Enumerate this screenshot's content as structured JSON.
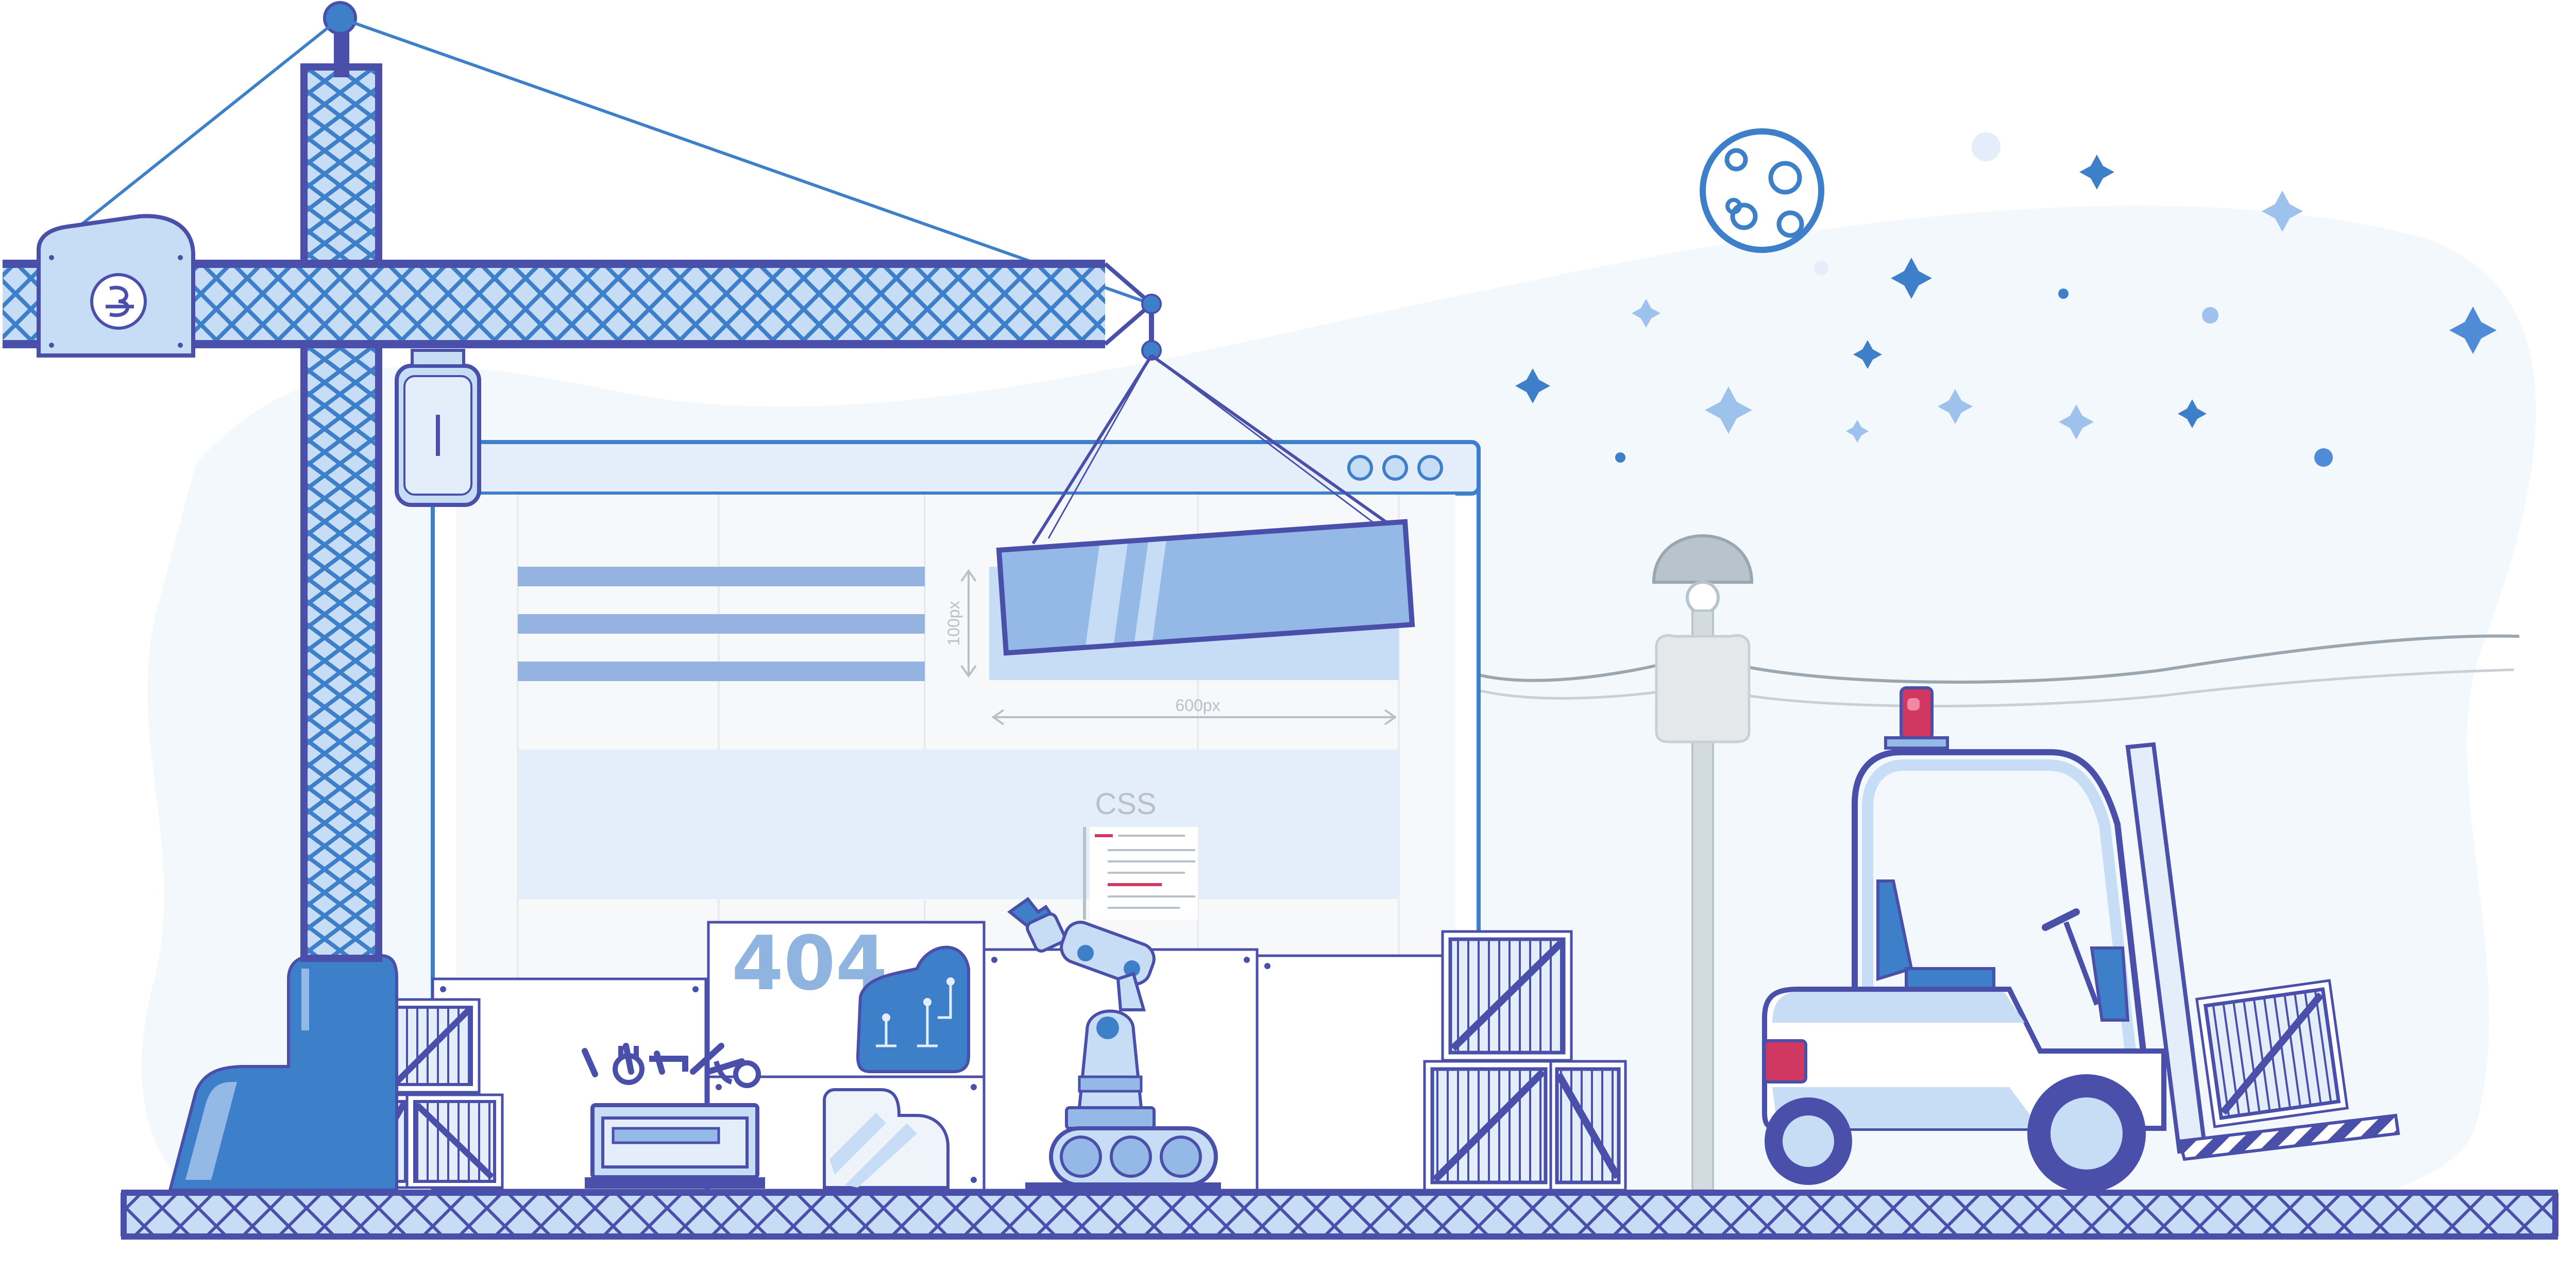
{
  "illustration": {
    "kind": "under-construction-404",
    "error_code": "404",
    "stylesheet_label": "CSS",
    "height_dimension_label": "100px",
    "width_dimension_label": "600px"
  },
  "colors": {
    "outline": "#4a4faa",
    "blue": "#3d7fc9",
    "blue_mid": "#94b9e6",
    "blue_light": "#c7ddf5",
    "blue_pale": "#e3eefa",
    "bg_blob": "#f3f8fd",
    "grey_line": "#b8c0c8",
    "red_beacon": "#d03761",
    "red_light": "#c52a4f"
  }
}
